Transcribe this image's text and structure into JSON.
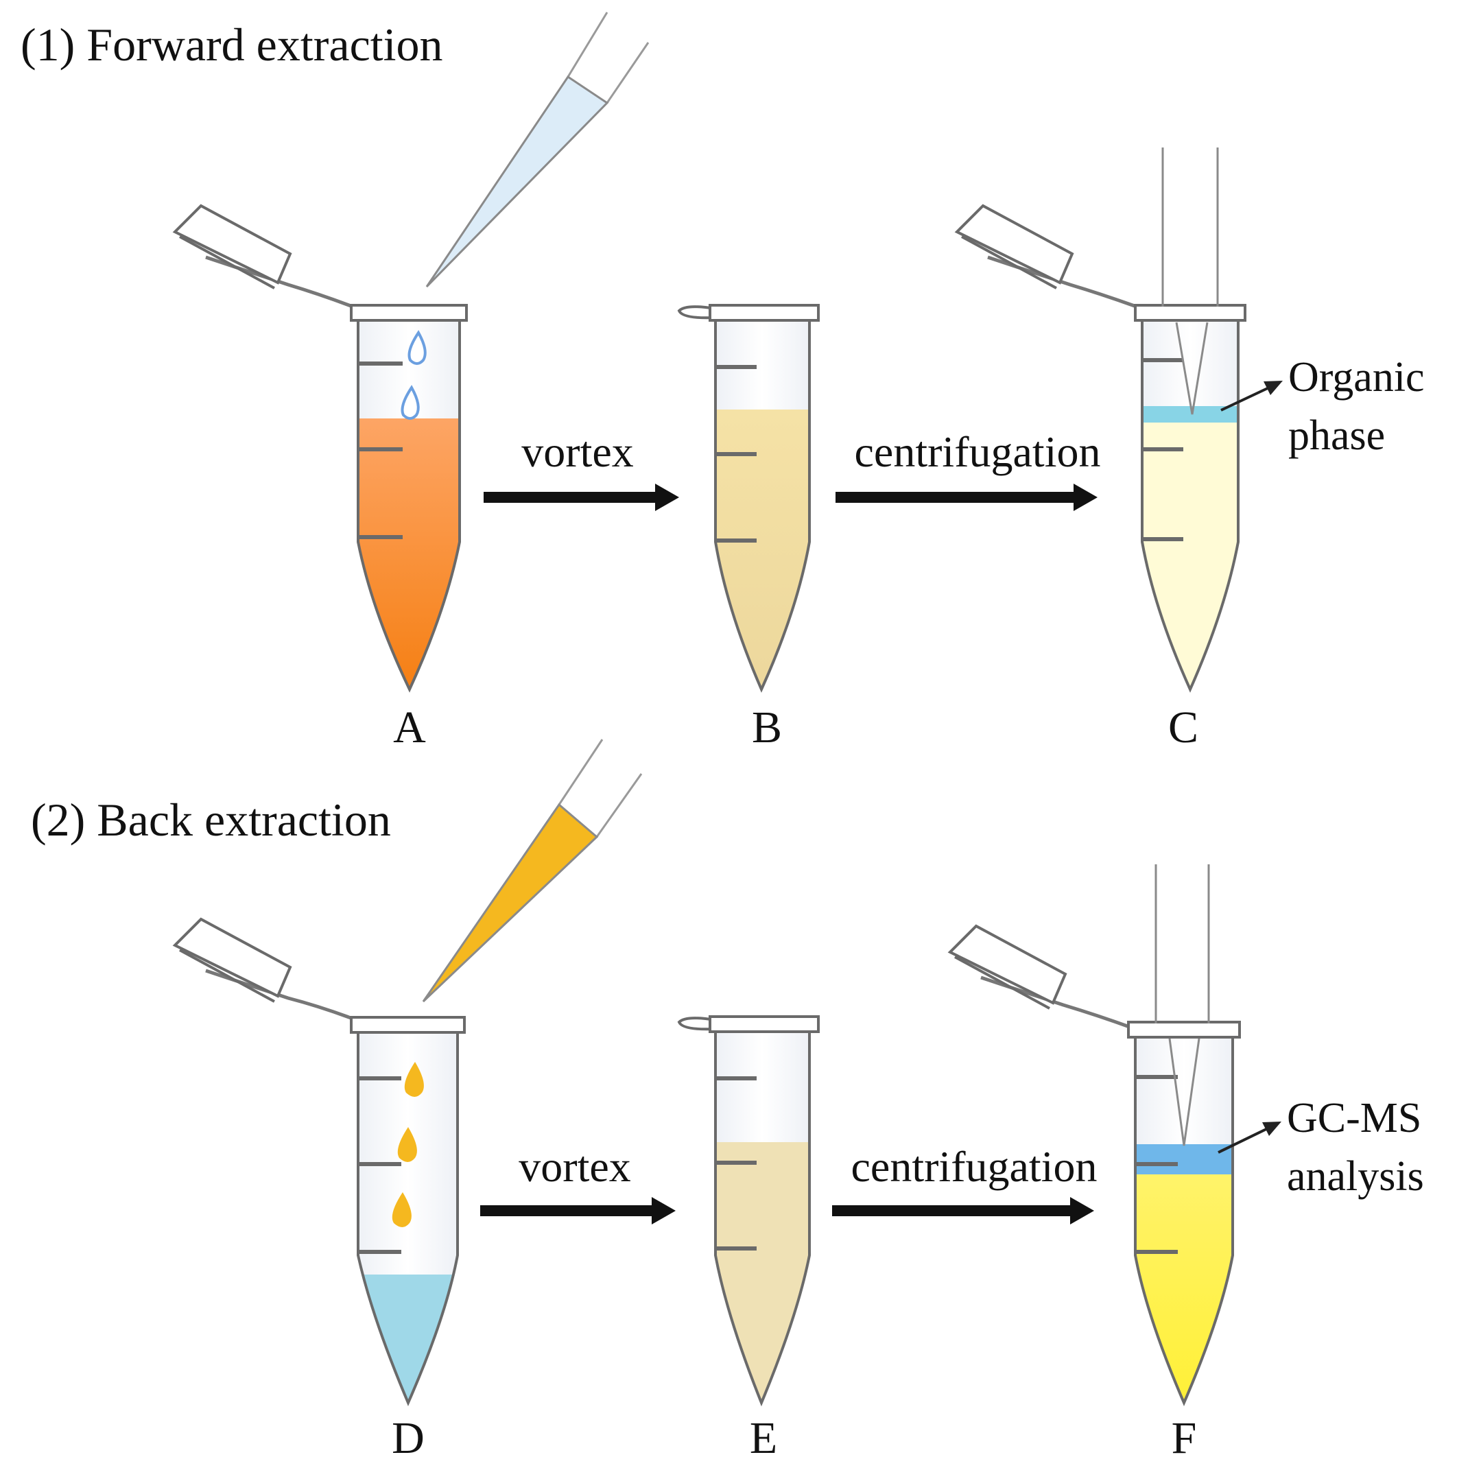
{
  "sections": [
    {
      "title": "(1) Forward extraction",
      "arrows": [
        "vortex",
        "centrifugation"
      ],
      "tubes": [
        "A",
        "B",
        "C"
      ],
      "callout": [
        "Organic",
        "phase"
      ]
    },
    {
      "title": "(2) Back extraction",
      "arrows": [
        "vortex",
        "centrifugation"
      ],
      "tubes": [
        "D",
        "E",
        "F"
      ],
      "callout": [
        "GC-MS",
        "analysis"
      ]
    }
  ],
  "colors": {
    "orange_sample": "#f7862a",
    "mixed_beige_1": "#f3dd9e",
    "pale_yellow": "#fffbd6",
    "organic_cyan": "#88d4e6",
    "light_blue_drop": "#a9d3f5",
    "amber": "#f5b81f",
    "aqueous_blue": "#9fd8e8",
    "mixed_beige_2": "#efe1b5",
    "bright_yellow": "#fff34d",
    "analysis_blue": "#6fb7ea",
    "tube_outline": "#666666"
  },
  "icons": [
    "pipette-icon",
    "microtube-icon",
    "syringe-needle-icon",
    "droplet-icon",
    "arrow-right-icon"
  ]
}
